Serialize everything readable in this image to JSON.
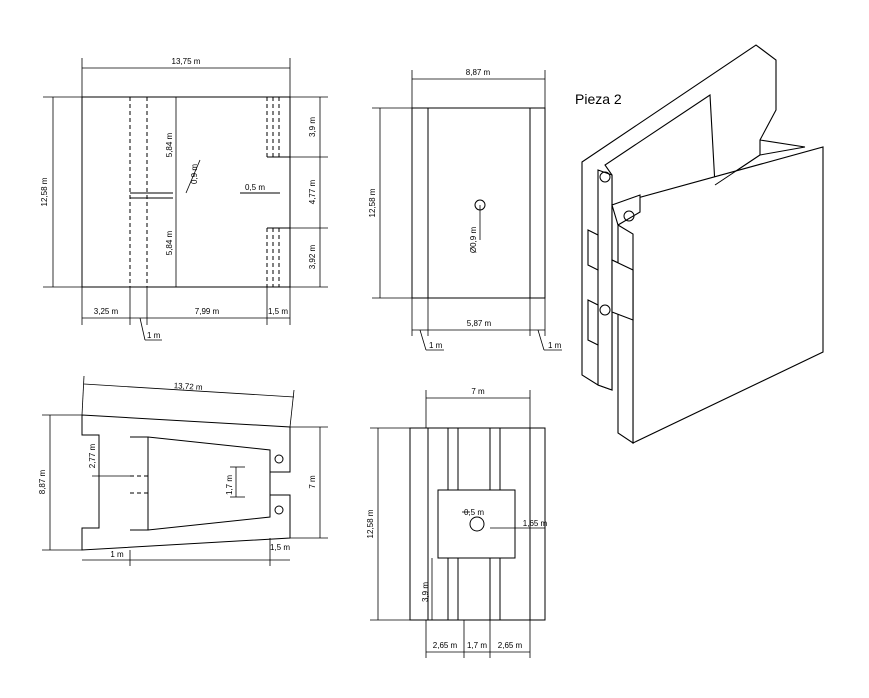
{
  "title": "Pieza 2",
  "top_view": {
    "width": "13,75 m",
    "height": "12,58 m",
    "w1": "3,25 m",
    "w2": "7,99 m",
    "w3": "1,5 m",
    "offset": "1 m",
    "h1": "3,9 m",
    "h2": "4,77 m",
    "h3": "3,92 m",
    "groove1": "5,84 m",
    "groove2": "5,84 m",
    "slot": "0,9 m",
    "gap": "0,5 m"
  },
  "side_view": {
    "width": "8,87 m",
    "height": "12,58 m",
    "inner": "5,87 m",
    "left_offset": "1 m",
    "right_offset": "1 m",
    "hole": "Ø0,9 m"
  },
  "plan_view": {
    "length": "13,72 m",
    "height": "8,87 m",
    "inner_height": "7 m",
    "d1": "2,77 m",
    "d2": "1,7 m",
    "d3": "1 m",
    "d4": "1,5 m"
  },
  "front_view": {
    "width": "7 m",
    "height": "12,58 m",
    "w1": "2,65 m",
    "w2": "1,7 m",
    "w3": "2,65 m",
    "hole": "0,5 m",
    "side": "1,65 m",
    "bottom": "3,9 m"
  }
}
